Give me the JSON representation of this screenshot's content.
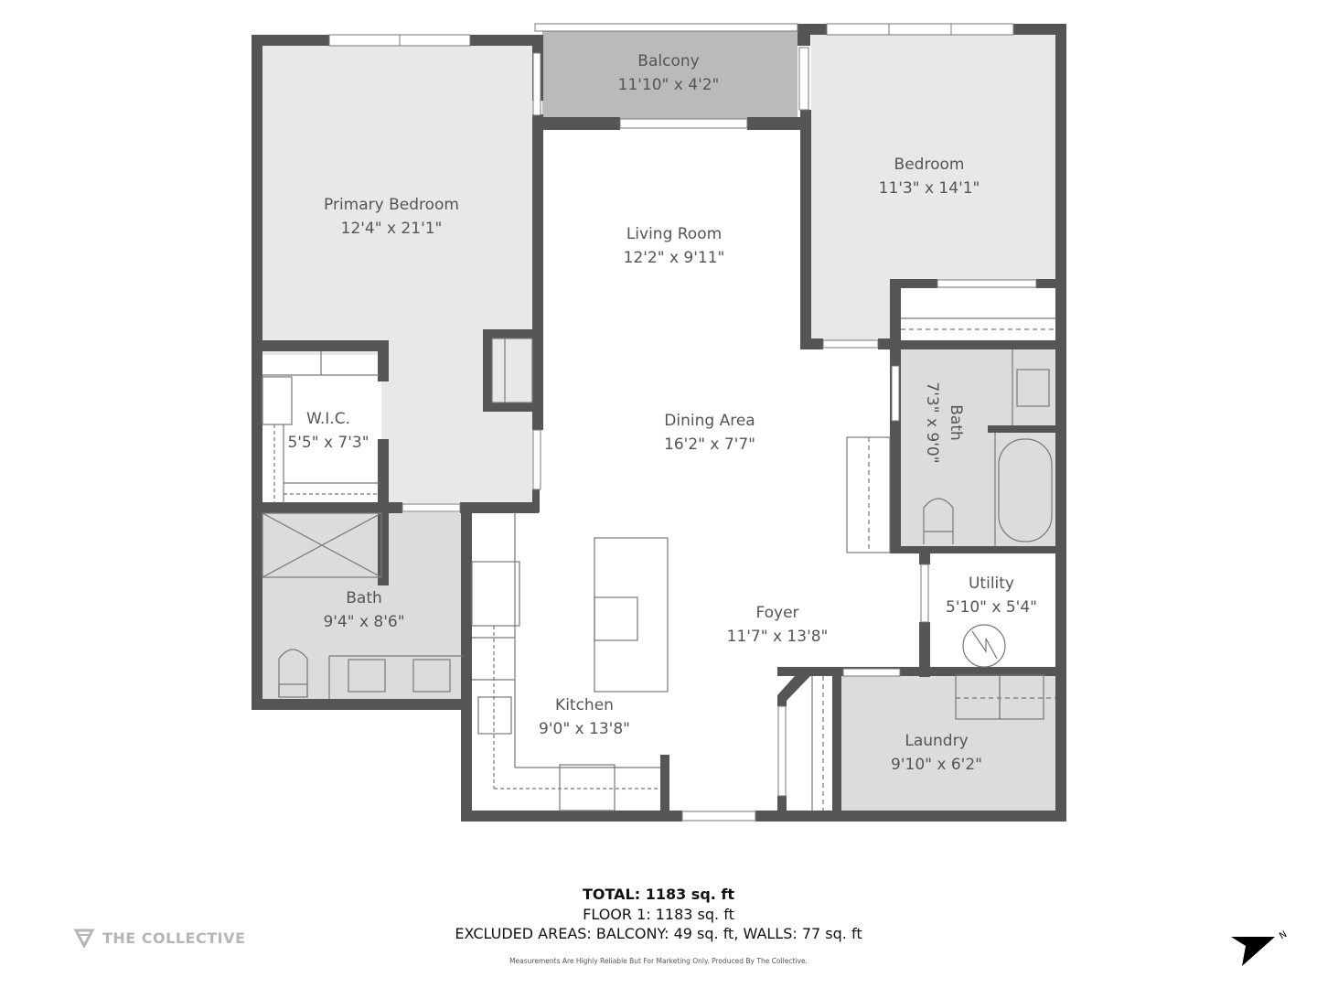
{
  "rooms": [
    {
      "id": "primary-bedroom",
      "name": "Primary Bedroom",
      "dims": "12'4\" x 21'1\""
    },
    {
      "id": "balcony",
      "name": "Balcony",
      "dims": "11'10\" x 4'2\""
    },
    {
      "id": "bedroom",
      "name": "Bedroom",
      "dims": "11'3\" x 14'1\""
    },
    {
      "id": "living-room",
      "name": "Living Room",
      "dims": "12'2\" x 9'11\""
    },
    {
      "id": "dining-area",
      "name": "Dining Area",
      "dims": "16'2\" x 7'7\""
    },
    {
      "id": "wic",
      "name": "W.I.C.",
      "dims": "5'5\" x 7'3\""
    },
    {
      "id": "bath-2",
      "name": "Bath",
      "dims": "7'3\" x 9'0\""
    },
    {
      "id": "bath-1",
      "name": "Bath",
      "dims": "9'4\" x 8'6\""
    },
    {
      "id": "foyer",
      "name": "Foyer",
      "dims": "11'7\" x 13'8\""
    },
    {
      "id": "utility",
      "name": "Utility",
      "dims": "5'10\" x 5'4\""
    },
    {
      "id": "kitchen",
      "name": "Kitchen",
      "dims": "9'0\" x 13'8\""
    },
    {
      "id": "laundry",
      "name": "Laundry",
      "dims": "9'10\" x 6'2\""
    }
  ],
  "summary": {
    "total": "TOTAL: 1183 sq. ft",
    "floor": "FLOOR 1: 1183 sq. ft",
    "excluded": "EXCLUDED AREAS: BALCONY: 49 sq. ft, WALLS: 77 sq. ft",
    "disclaimer": "Measurements Are Highly Reliable But For Marketing Only. Produced By The Collective."
  },
  "brand": {
    "name": "THE COLLECTIVE",
    "icon": "collective-logo-icon"
  },
  "compass": {
    "label": "N",
    "icon": "north-arrow-icon"
  },
  "colors": {
    "wall": "#555555",
    "bedroom_fill": "#e8e8e8",
    "bath_fill": "#dcdcdc",
    "balcony_fill": "#bababa",
    "open_fill": "#ffffff",
    "text": "#555555"
  }
}
